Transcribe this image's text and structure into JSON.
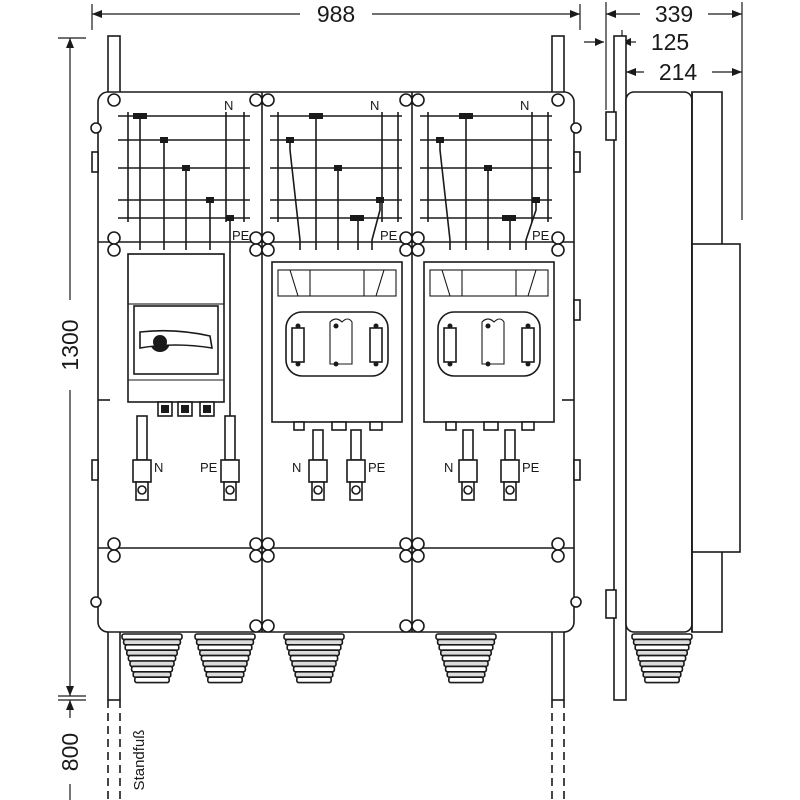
{
  "dimensions": {
    "width_total": "988",
    "height_enclosure": "1300",
    "height_foot": "800",
    "depth_total": "339",
    "depth_front": "125",
    "depth_body": "214"
  },
  "labels": {
    "neutral": "N",
    "protective_earth": "PE",
    "stand_foot": "Standfuß"
  }
}
